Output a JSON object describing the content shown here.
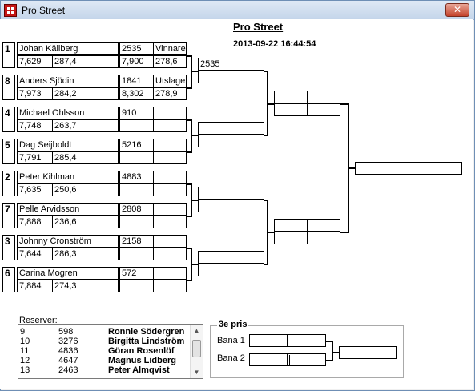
{
  "window": {
    "title": "Pro Street"
  },
  "header": {
    "title": "Pro Street",
    "datetime": "2013-09-22 16:44:54"
  },
  "round1": [
    {
      "seed": "1",
      "name": "Johan Källberg",
      "et": "7,629",
      "speed": "287,4",
      "car": "2535",
      "result": "Vinnare",
      "time": "7,900",
      "speed2": "278,6"
    },
    {
      "seed": "8",
      "name": "Anders Sjödin",
      "et": "7,973",
      "speed": "284,2",
      "car": "1841",
      "result": "Utslagen",
      "time": "8,302",
      "speed2": "278,9"
    },
    {
      "seed": "4",
      "name": "Michael Ohlsson",
      "et": "7,748",
      "speed": "263,7",
      "car": "910",
      "result": "",
      "time": "",
      "speed2": ""
    },
    {
      "seed": "5",
      "name": "Dag Seijboldt",
      "et": "7,791",
      "speed": "285,4",
      "car": "5216",
      "result": "",
      "time": "",
      "speed2": ""
    },
    {
      "seed": "2",
      "name": "Peter Kihlman",
      "et": "7,635",
      "speed": "250,6",
      "car": "4883",
      "result": "",
      "time": "",
      "speed2": ""
    },
    {
      "seed": "7",
      "name": "Pelle Arvidsson",
      "et": "7,888",
      "speed": "236,6",
      "car": "2808",
      "result": "",
      "time": "",
      "speed2": ""
    },
    {
      "seed": "3",
      "name": "Johnny Cronström",
      "et": "7,644",
      "speed": "286,3",
      "car": "2158",
      "result": "",
      "time": "",
      "speed2": ""
    },
    {
      "seed": "6",
      "name": "Carina Mogren",
      "et": "7,884",
      "speed": "274,3",
      "car": "572",
      "result": "",
      "time": "",
      "speed2": ""
    }
  ],
  "round2": [
    {
      "car": "2535"
    },
    {
      "car": ""
    },
    {
      "car": ""
    },
    {
      "car": ""
    }
  ],
  "reserves": {
    "label": "Reserver:",
    "rows": [
      {
        "num": "9",
        "car": "598",
        "name": "Ronnie Södergren"
      },
      {
        "num": "10",
        "car": "3276",
        "name": "Birgitta Lindström"
      },
      {
        "num": "11",
        "car": "4836",
        "name": "Göran Rosenlöf"
      },
      {
        "num": "12",
        "car": "4647",
        "name": "Magnus Lidberg"
      },
      {
        "num": "13",
        "car": "2463",
        "name": "Peter Almqvist"
      }
    ]
  },
  "third_place": {
    "title": "3e pris",
    "lane1": "Bana 1",
    "lane2": "Bana 2"
  },
  "icons": {
    "app": "app-icon",
    "close": "close-icon",
    "scroll_up": "scroll-up-arrow-icon",
    "scroll_down": "scroll-down-arrow-icon"
  }
}
